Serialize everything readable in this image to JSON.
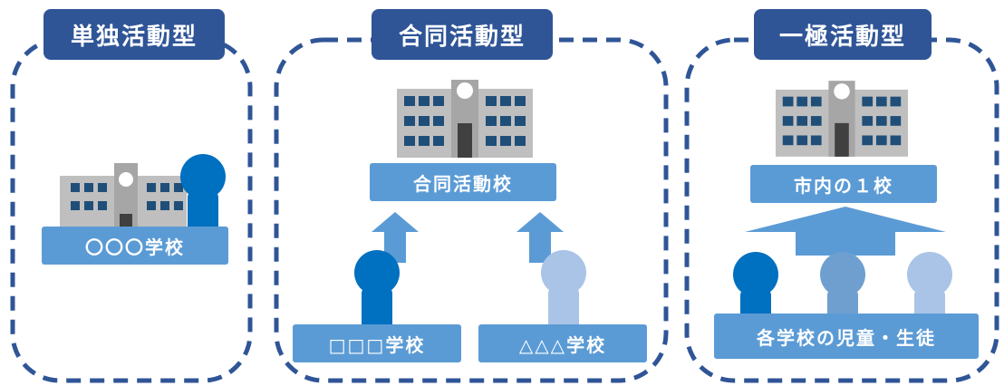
{
  "panels": [
    {
      "title": "単独活動型",
      "labels": [
        "〇〇〇学校"
      ]
    },
    {
      "title": "合同活動型",
      "labels": [
        "合同活動校",
        "□□□学校",
        "△△△学校"
      ]
    },
    {
      "title": "一極活動型",
      "labels": [
        "市内の１校",
        "各学校の児童・生徒"
      ]
    }
  ],
  "colors": {
    "title_bg": "#2f5597",
    "frame_dash": "#2f5597",
    "label_bg": "#5b9bd5",
    "person_dark": "#0070c0",
    "person_mid": "#6f9fcf",
    "person_light": "#a9c4e6",
    "arrow": "#5b9bd5",
    "building_wall": "#bfbfbf",
    "building_tower": "#a6a6a6",
    "building_window": "#1f4e79",
    "building_door": "#404040"
  },
  "icons": [
    "school-building-icon",
    "person-icon",
    "up-arrow-icon"
  ]
}
